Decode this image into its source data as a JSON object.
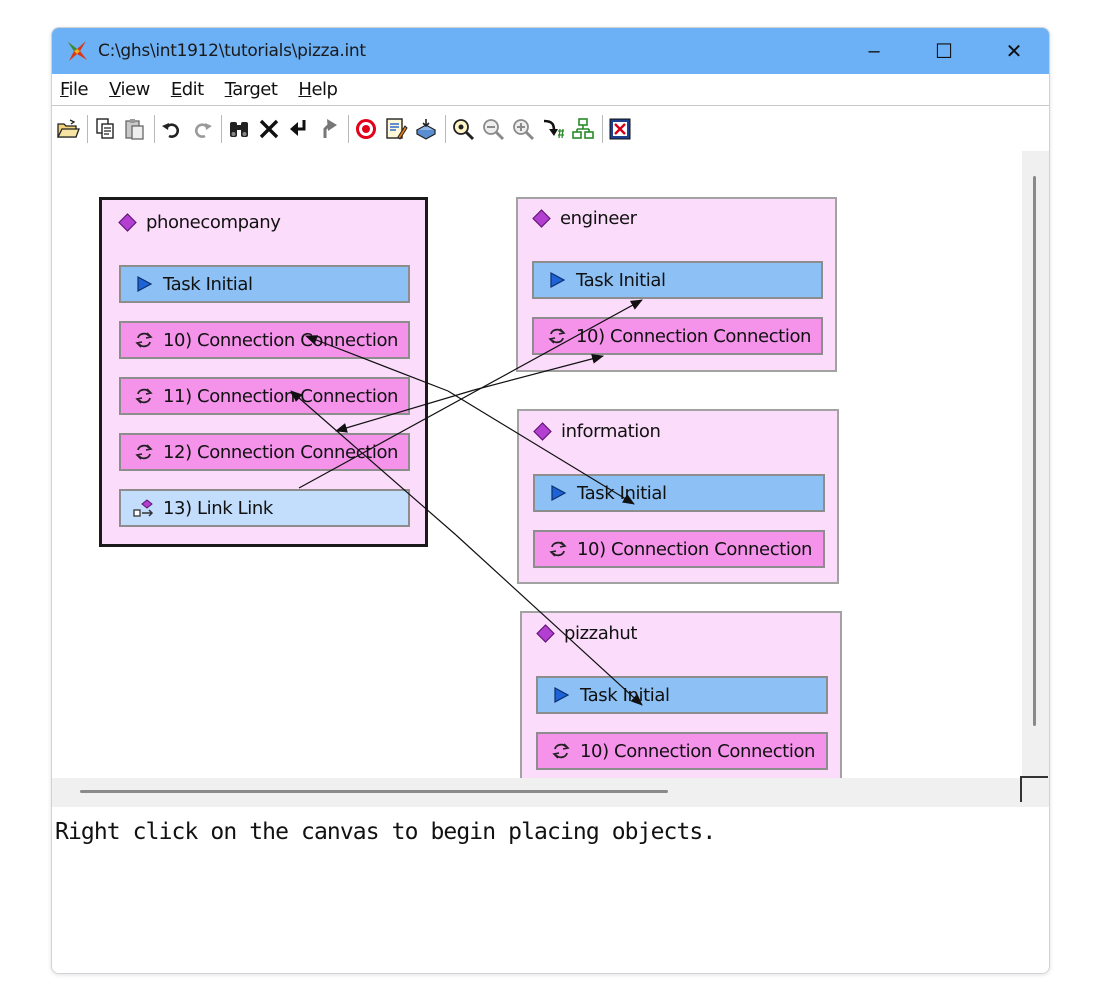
{
  "window": {
    "title": "C:\\ghs\\int1912\\tutorials\\pizza.int"
  },
  "window_controls": {
    "minimize": "–",
    "maximize": "☐",
    "close": "✕"
  },
  "menu": [
    {
      "mnemonic": "F",
      "rest": "ile"
    },
    {
      "mnemonic": "V",
      "rest": "iew"
    },
    {
      "mnemonic": "E",
      "rest": "dit"
    },
    {
      "mnemonic": "T",
      "rest": "arget"
    },
    {
      "mnemonic": "H",
      "rest": "elp"
    }
  ],
  "toolbar_icons": [
    "open-folder-icon",
    "copy-icon",
    "paste-icon",
    "undo-icon",
    "redo-icon",
    "binoculars-find-icon",
    "delete-x-icon",
    "move-down-icon",
    "move-up-icon",
    "target-icon",
    "properties-icon",
    "build-icon",
    "zoom-fit-icon",
    "zoom-out-icon",
    "zoom-in-icon",
    "goto-icon",
    "layout-tree-icon",
    "close-document-icon"
  ],
  "colors": {
    "titlebar": "#6cb0f5",
    "task_background": "#fbdcfb",
    "task_initial": "#8dc1f5",
    "connection": "#f593eb",
    "link": "#c3defc",
    "diamond": "#b23fcf"
  },
  "tasks": {
    "phonecompany": {
      "name": "phonecompany",
      "items": {
        "initial": "Task Initial",
        "c10": "10) Connection Connection",
        "c11": "11) Connection Connection",
        "c12": "12) Connection Connection",
        "link13": "13) Link Link"
      }
    },
    "engineer": {
      "name": "engineer",
      "items": {
        "initial": "Task Initial",
        "c10": "10) Connection Connection"
      }
    },
    "information": {
      "name": "information",
      "items": {
        "initial": "Task Initial",
        "c10": "10) Connection Connection"
      }
    },
    "pizzahut": {
      "name": "pizzahut",
      "items": {
        "initial": "Task Initial",
        "c10": "10) Connection Connection"
      }
    }
  },
  "status": {
    "message": "Right click on the canvas to begin placing objects."
  }
}
